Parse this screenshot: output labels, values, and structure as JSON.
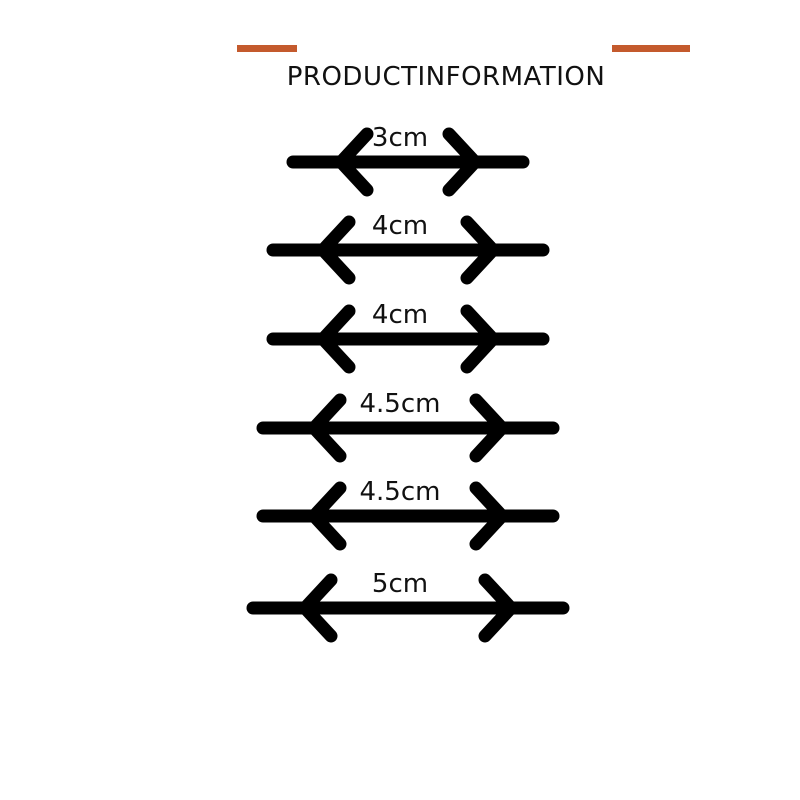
{
  "header": {
    "title": "PRODUCTINFORMATION",
    "accent_color": "#c45a2d"
  },
  "straps": [
    {
      "label": "3cm",
      "length_cm": 3
    },
    {
      "label": "4cm",
      "length_cm": 4
    },
    {
      "label": "4cm",
      "length_cm": 4
    },
    {
      "label": "4.5cm",
      "length_cm": 4.5
    },
    {
      "label": "4.5cm",
      "length_cm": 4.5
    },
    {
      "label": "5cm",
      "length_cm": 5
    }
  ],
  "strap_color": "#000000"
}
